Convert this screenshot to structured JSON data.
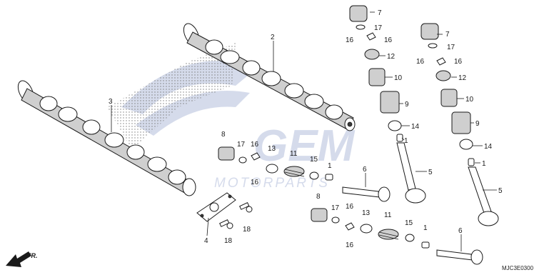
{
  "diagram": {
    "code": "MJC3E0300",
    "direction_label": "FR.",
    "watermark_brand": "GEM",
    "watermark_sub": "MOTORPARTS",
    "accent_color": "#8a9bc8",
    "labels": {
      "l2": "2",
      "l3": "3",
      "l4": "4",
      "l7a": "7",
      "l17a": "17",
      "l16a": "16",
      "l16b": "16",
      "l12a": "12",
      "l10a": "10",
      "l9a": "9",
      "l14a": "14",
      "l1a": "1",
      "l5a": "5",
      "l7b": "7",
      "l17b": "17",
      "l16c": "16",
      "l16d": "16",
      "l12b": "12",
      "l10b": "10",
      "l9b": "9",
      "l14b": "14",
      "l1b": "1",
      "l5b": "5",
      "l8a": "8",
      "l17c": "17",
      "l16e": "16",
      "l16f": "16",
      "l13a": "13",
      "l11a": "11",
      "l15a": "15",
      "l1c": "1",
      "l6a": "6",
      "l8b": "8",
      "l17d": "17",
      "l16g": "16",
      "l16h": "16",
      "l13b": "13",
      "l11b": "11",
      "l15b": "15",
      "l1d": "1",
      "l6b": "6",
      "l18a": "18",
      "l18b": "18"
    }
  }
}
